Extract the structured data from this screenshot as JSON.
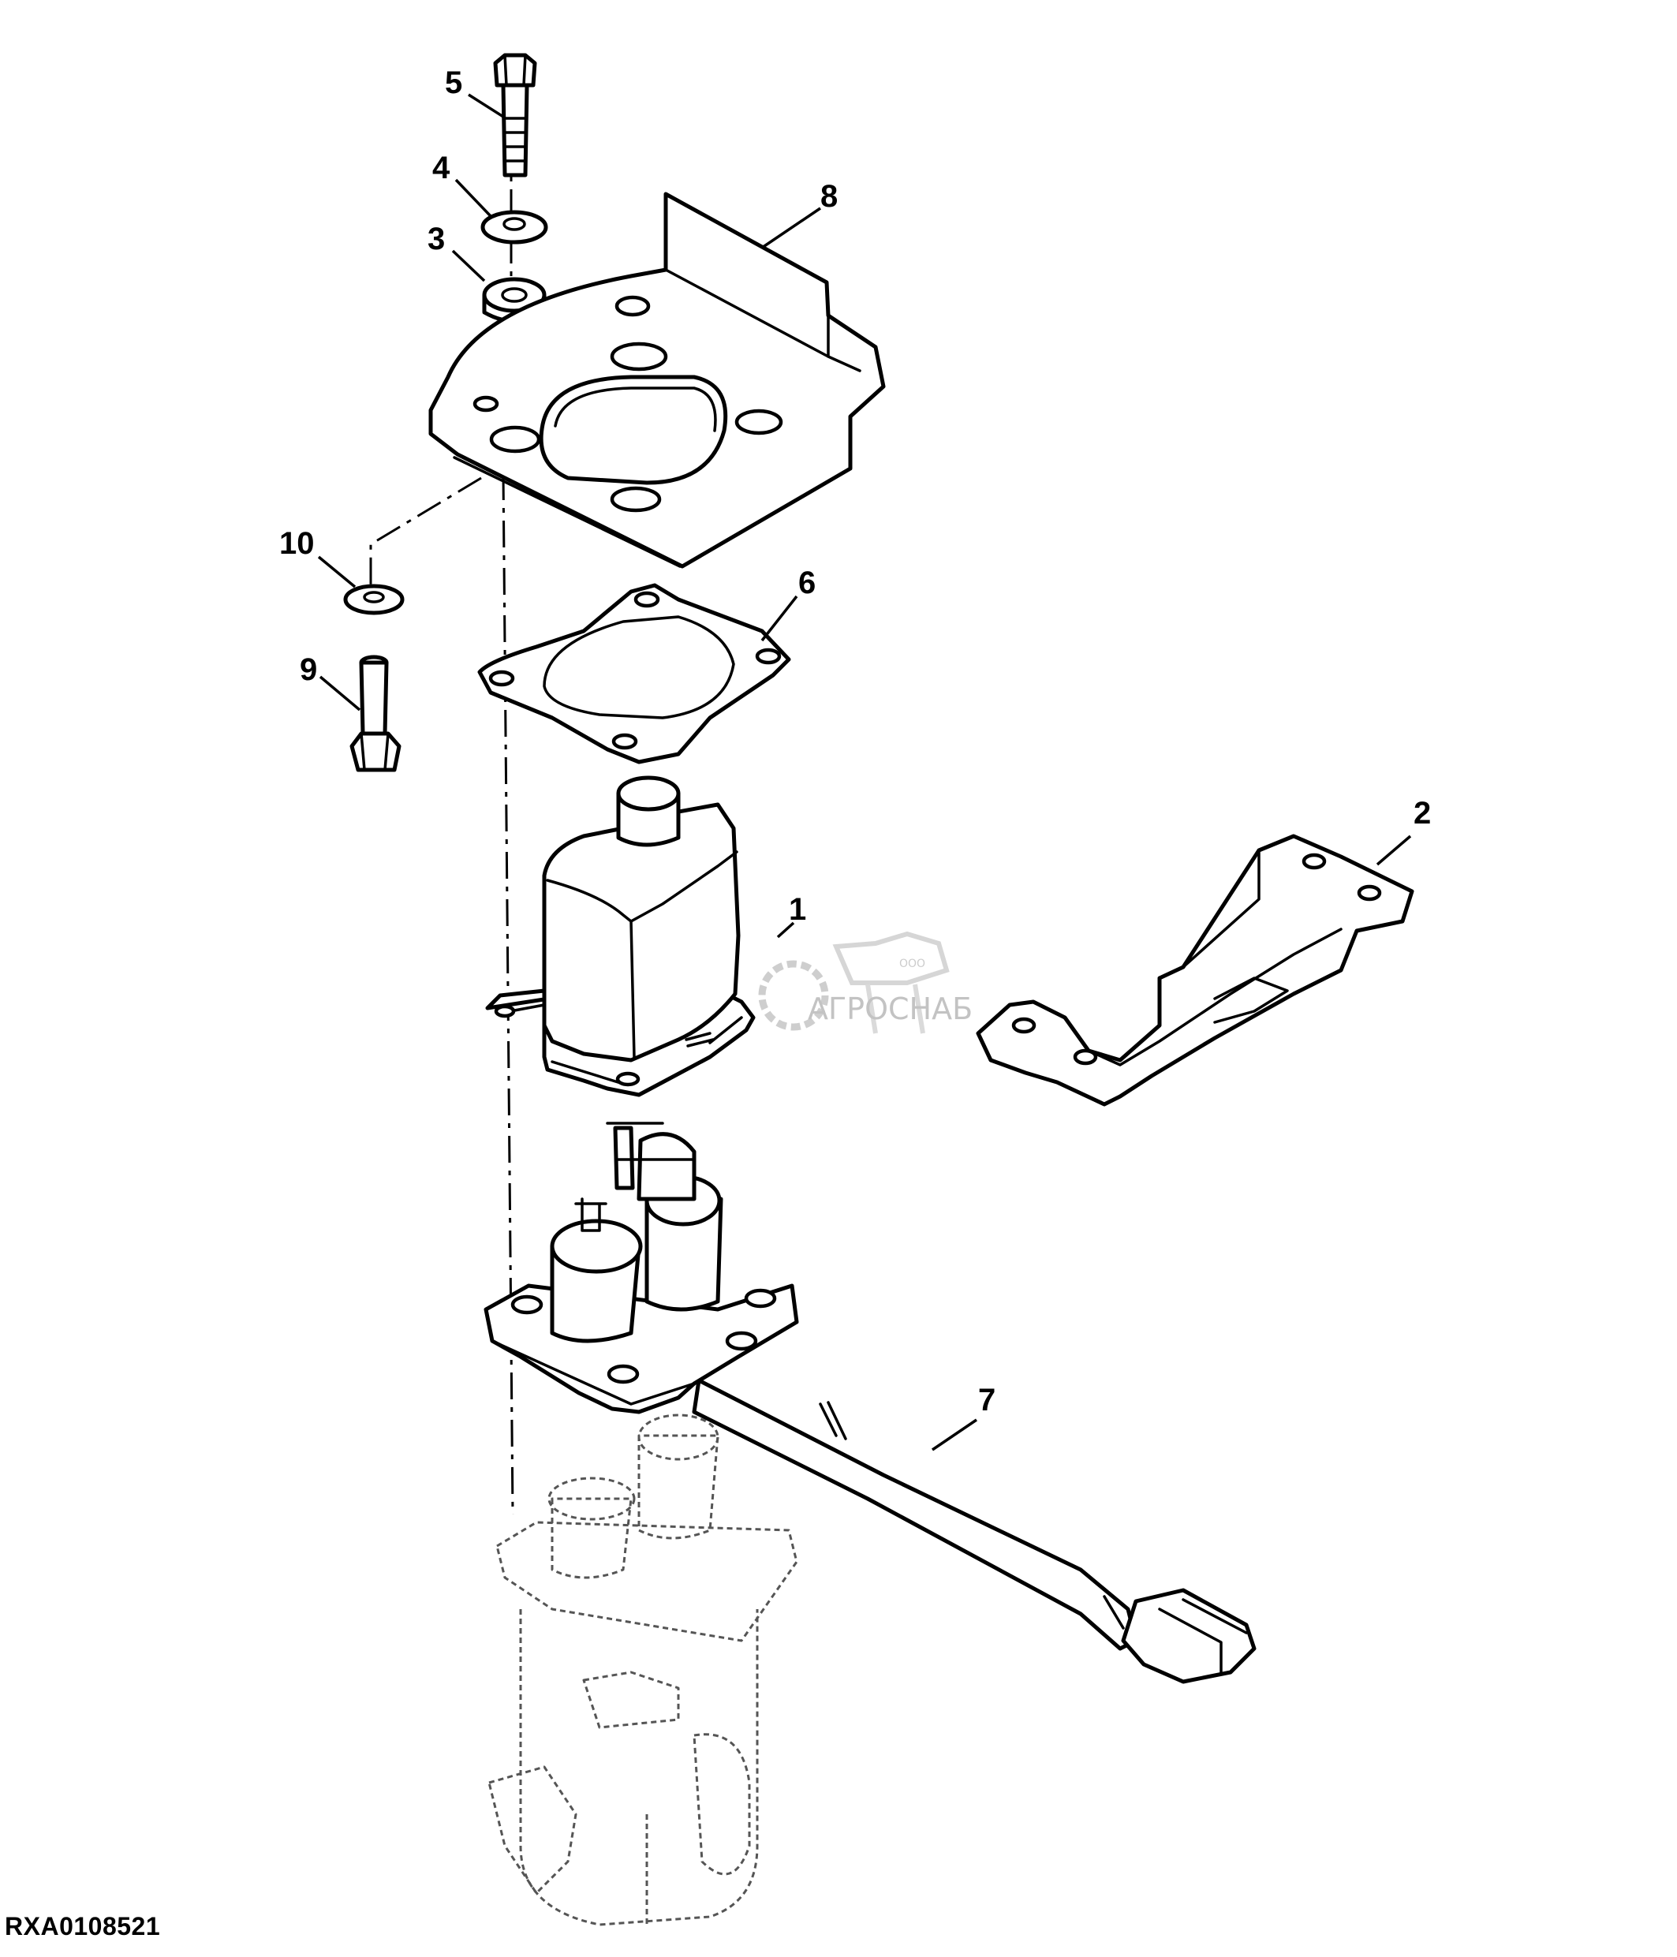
{
  "diagram": {
    "reference_code": "RXA0108521",
    "callouts": [
      "1",
      "2",
      "3",
      "4",
      "5",
      "6",
      "7",
      "8",
      "9",
      "10"
    ],
    "watermark": {
      "brand": "АГРОСНАБ",
      "prefix": "ООО"
    },
    "colors": {
      "line": "#000000",
      "background": "#ffffff",
      "watermark": "#b9b9b9",
      "ghost": "#555555"
    }
  }
}
